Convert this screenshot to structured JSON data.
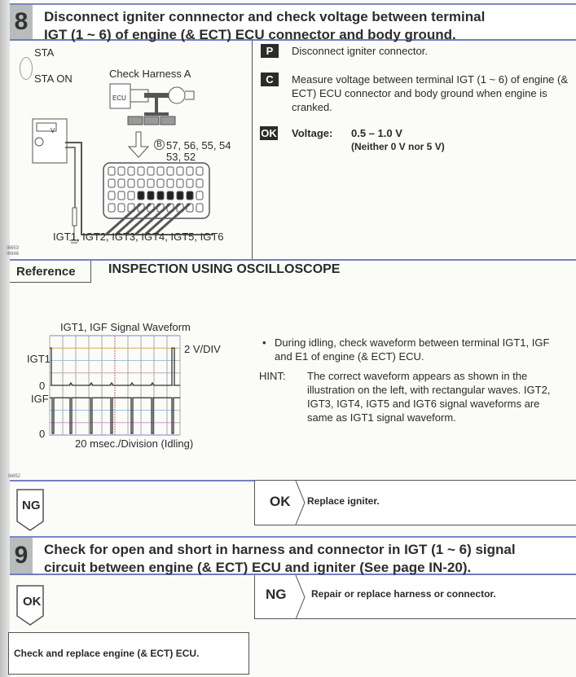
{
  "step8": {
    "number": "8",
    "title_line1": "Disconnect igniter connnector and check voltage between terminal",
    "title_line2": "IGT (1 ~ 6) of engine (& ECT) ECU connector and body ground."
  },
  "diagram": {
    "sta": "STA",
    "sta_on": "STA ON",
    "check_harness": "Check Harness A",
    "ecu": "ECU",
    "meter": "V",
    "terminal_marker": "B",
    "terminals_line1": "57, 56, 55, 54",
    "terminals_line2": "53, 52",
    "igt_labels": "IGT1, IGT2, IGT3, IGT4, IGT5, IGT6",
    "fig_code1": "I6653",
    "fig_code2": "I6946"
  },
  "procedure": [
    {
      "badge": "P",
      "text": "Disconnect igniter connector."
    },
    {
      "badge": "C",
      "text": "Measure voltage between terminal IGT (1 ~ 6) of engine (& ECT) ECU connector and body ground when engine is cranked."
    }
  ],
  "ok_spec": {
    "badge": "OK",
    "label": "Voltage:",
    "value": "0.5 – 1.0 V",
    "note": "(Neither 0 V nor 5 V)"
  },
  "reference": {
    "tab": "Reference",
    "title": "INSPECTION USING OSCILLOSCOPE"
  },
  "waveform": {
    "title": "IGT1, IGF Signal Waveform",
    "scale_v": "2 V/DIV",
    "label_igt1": "IGT1",
    "label_igf": "IGF",
    "zero1": "0",
    "zero2": "0",
    "scale_t": "20 msec./Division (Idling)",
    "fig_code": "I6852"
  },
  "notes": {
    "bullet": "During idling, check waveform between terminal IGT1, IGF and E1 of engine (& ECT) ECU.",
    "hint_label": "HINT:",
    "hint": "The correct waveform appears as shown in the illustration on the left, with rectangular waves. IGT2, IGT3, IGT4, IGT5 and IGT6 signal waveforms are same as IGT1 signal waveform."
  },
  "result8": {
    "ng": "NG",
    "ok": "OK",
    "ok_action": "Replace igniter."
  },
  "step9": {
    "number": "9",
    "title_line1": "Check for open and short in harness and connector in IGT (1 ~ 6) signal",
    "title_line2": "circuit between engine (& ECT) ECU and igniter (See page IN-20)."
  },
  "result9": {
    "ok": "OK",
    "ng": "NG",
    "ng_action": "Repair or replace harness or connector.",
    "final_action": "Check and replace engine (& ECT) ECU."
  }
}
